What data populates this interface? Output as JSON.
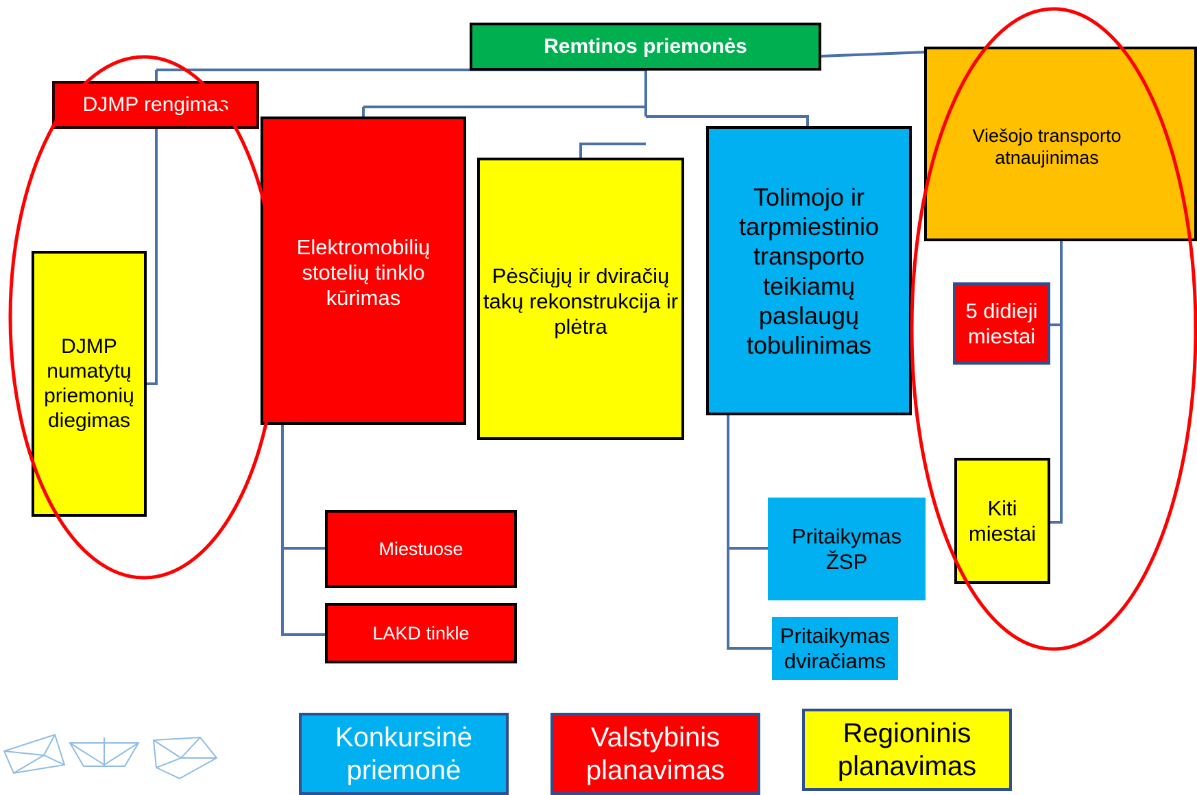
{
  "colors": {
    "red": "#ff0000",
    "yellow": "#ffff00",
    "blue": "#00b0f0",
    "orange": "#ffc000",
    "green": "#00b050",
    "connector": "#4a72a8",
    "ellipse": "#ff0000"
  },
  "root": {
    "label": "Remtinos priemonės"
  },
  "nodes": {
    "djmp_rengimas": "DJMP rengimas",
    "djmp_diegimas": "DJMP numatytų priemonių diegimas",
    "elektromobiliu": "Elektromobilių stotelių tinklo kūrimas",
    "pesciuju": "Pėsčiųjų ir dviračių takų rekonstrukcija ir plėtra",
    "tolimojo": "Tolimojo ir tarpmiestinio transporto teikiamų paslaugų tobulinimas",
    "viesojo": "Viešojo transporto atnaujinimas",
    "didieji": "5 didieji miestai",
    "kiti": "Kiti miestai",
    "miestuose": "Miestuose",
    "lakd": "LAKD tinkle",
    "zsp": "Pritaikymas ŽSP",
    "dviraciams": "Pritaikymas dviračiams"
  },
  "legend": [
    {
      "label": "Konkursinė priemonė",
      "color": "#00b0f0"
    },
    {
      "label": "Valstybinis planavimas",
      "color": "#ff0000"
    },
    {
      "label": "Regioninis planavimas",
      "color": "#ffff00"
    }
  ],
  "logo": {
    "icon": "paper-boats-logo-icon"
  }
}
